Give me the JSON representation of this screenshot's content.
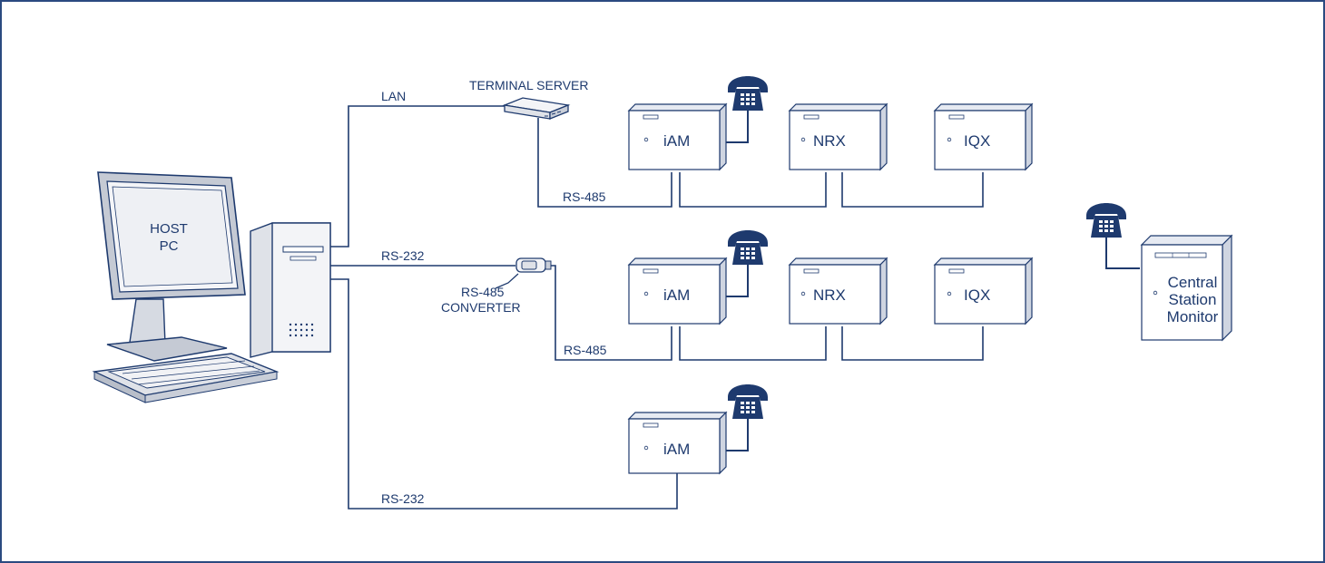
{
  "labels": {
    "host_line1": "HOST",
    "host_line2": "PC",
    "lan": "LAN",
    "terminal_server": "TERMINAL SERVER",
    "rs485_top": "RS-485",
    "rs232_mid": "RS-232",
    "converter_line1": "RS-485",
    "converter_line2": "CONVERTER",
    "rs485_mid": "RS-485",
    "rs232_bottom": "RS-232"
  },
  "panels": {
    "row1": [
      "iAM",
      "NRX",
      "IQX"
    ],
    "row2": [
      "iAM",
      "NRX",
      "IQX"
    ],
    "row3": [
      "iAM"
    ]
  },
  "central_station": {
    "line1": "Central",
    "line2": "Station",
    "line3": "Monitor"
  },
  "icons": {
    "telephone": "telephone-icon",
    "computer": "desktop-computer-icon",
    "terminal_server": "terminal-server-icon",
    "converter": "rs485-converter-icon"
  },
  "colors": {
    "line": "#1e3a6e",
    "border": "#2b4a80",
    "panel_fill": "#ffffff",
    "panel_shade": "#e6eaf2",
    "phone": "#1e3a6e"
  }
}
